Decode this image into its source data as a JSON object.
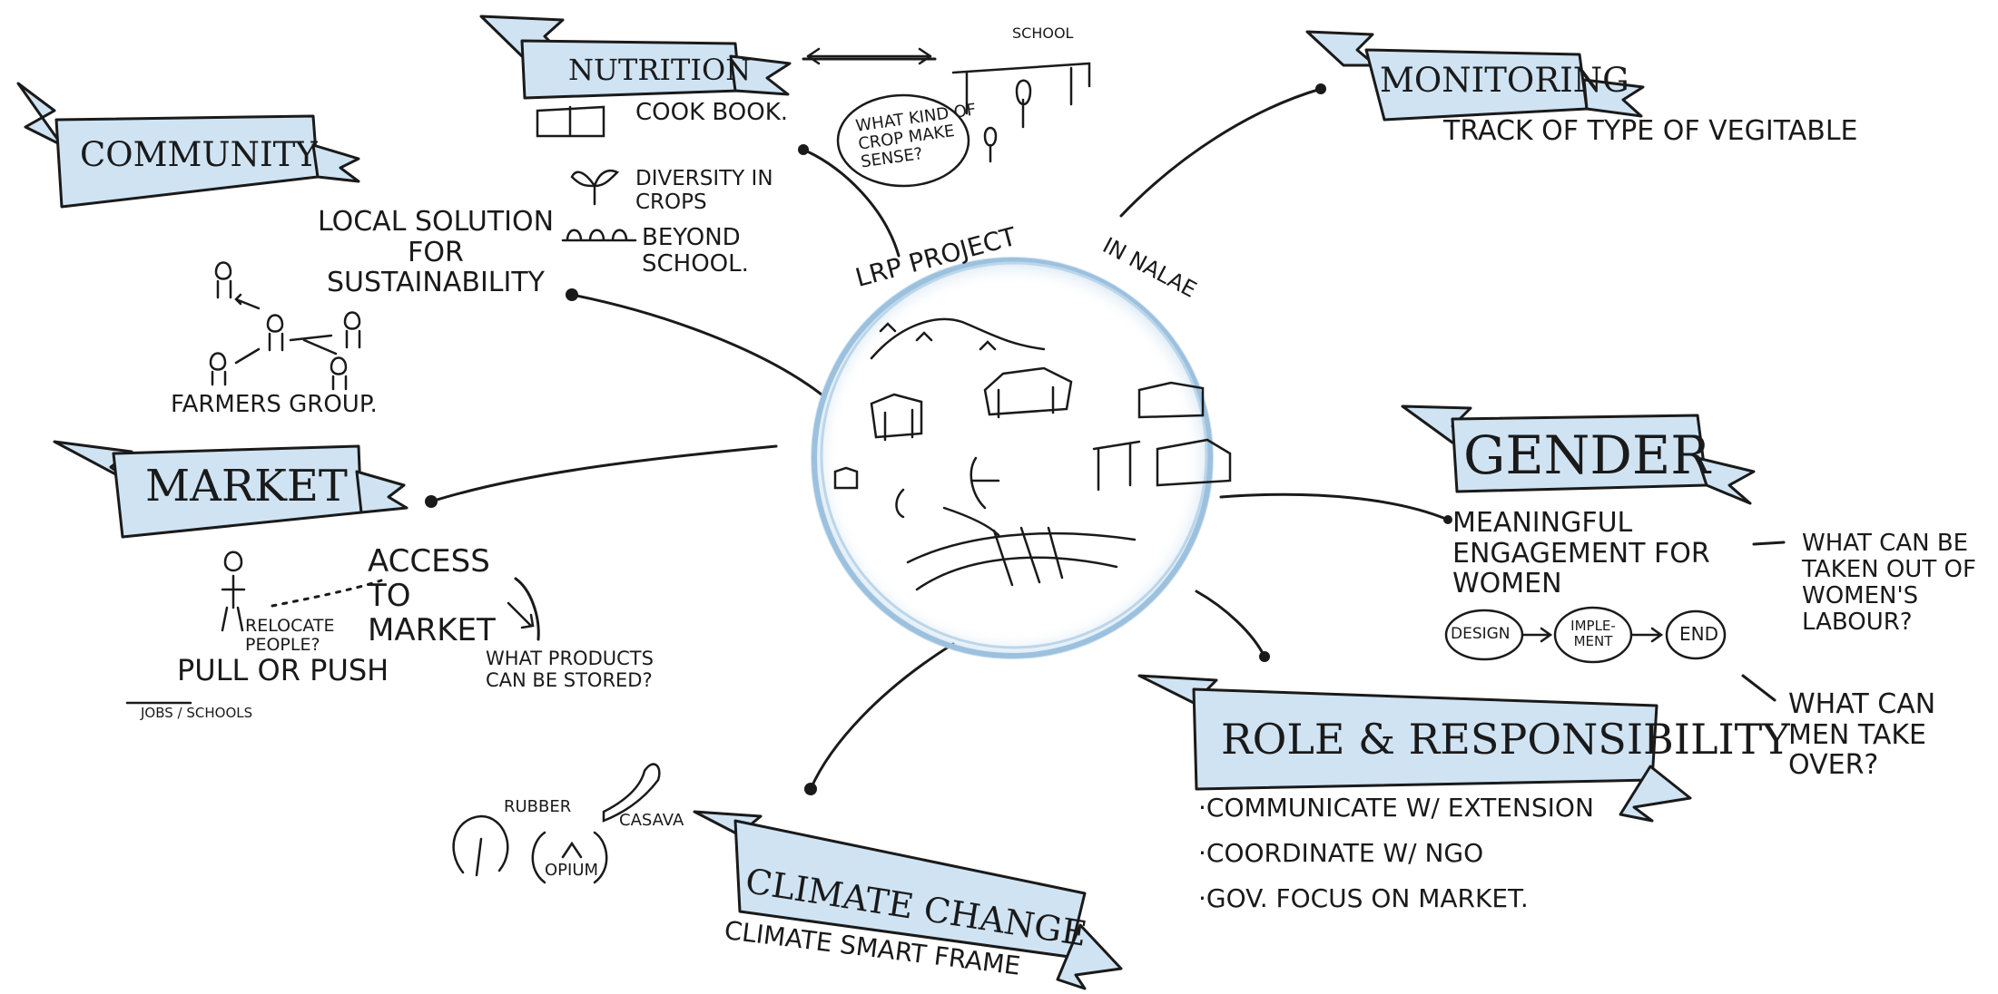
{
  "center": {
    "title_line": "LRP PROJECT",
    "title_suffix": "IN NALAE"
  },
  "nutrition": {
    "banner": "NUTRITION",
    "items": [
      "COOK BOOK.",
      "DIVERSITY IN CROPS",
      "BEYOND SCHOOL."
    ],
    "school_label": "SCHOOL",
    "question": "WHAT KIND OF CROP MAKE SENSE?"
  },
  "community": {
    "banner": "COMMUNITY",
    "solution": "LOCAL SOLUTION for SUSTAINABILITY",
    "group": "FARMERS GROUP."
  },
  "monitoring": {
    "banner": "MONITORING",
    "note": "TRACK of TYPE of VEGITABLE"
  },
  "market": {
    "banner": "MARKET",
    "access": "ACCESS to MARKET",
    "relocate": "RELOCATE PEOPLE?",
    "pull_push": "PULL or PUSH",
    "jobs": "JOBS / SCHOOLS",
    "products_question": "WHAT PRODUCTS CAN BE STORED?",
    "products": [
      "RUBBER",
      "CASAVA",
      "OPIUM"
    ]
  },
  "gender": {
    "banner": "GENDER",
    "engagement": "MEANINGFUL ENGAGEMENT for WOMEN",
    "flow": [
      "DESIGN",
      "IMPLE-MENT",
      "END"
    ],
    "question_1": "WHAT CAN BE TAKEN OUT of WOMEN'S LABOUR?",
    "question_2": "WHAT CAN MEN TAKE OVER?"
  },
  "roles": {
    "banner": "ROLE & RESPONSIBILITY",
    "items": [
      "·COMMUNICATE W/ EXTENSION",
      "·COORDINATE W/ NGO",
      "·GOV. focus on MARKET."
    ]
  },
  "climate": {
    "banner": "CLIMATE CHANGE",
    "note": "CLIMATE SMART FRAME"
  },
  "colors": {
    "banner_fill": "#cfe3f3",
    "circle": "#9cc1de",
    "ink": "#1a1a1a"
  }
}
